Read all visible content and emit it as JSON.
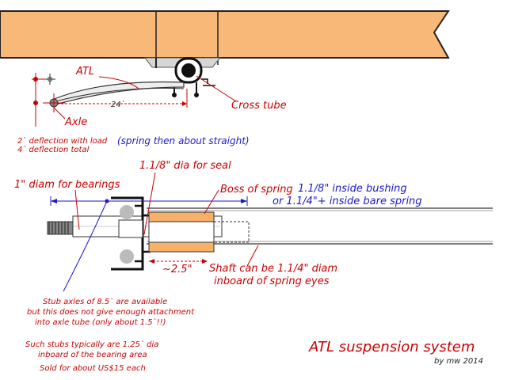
{
  "labels": {
    "atl": "ATL",
    "dim_24": "24`",
    "cross_tube": "Cross tube",
    "axle": "Axle",
    "deflection_load": "2` deflection with load",
    "deflection_total": "4` deflection total",
    "spring_straight": "(spring then about straight)",
    "dia_seal": "1.1/8\" dia for seal",
    "diam_bearings": "1\" diam for bearings",
    "boss_spring": "Boss of spring",
    "inside_bushing": "1.1/8\" inside bushing",
    "inside_bare_spring": "or 1.1/4\"+ inside bare spring",
    "dim_2_5": "~2.5\"",
    "shaft_line1": "Shaft can be 1.1/4\" diam",
    "shaft_line2": "inboard of spring eyes",
    "stub_line1": "Stub axles of 8.5` are available",
    "stub_line2": "but this does not give enough attachment",
    "stub_line3": "into axle tube (only about 1.5`!!)",
    "such_line1": "Such stubs typically are 1.25` dia",
    "such_line2": "inboard of the bearing area",
    "such_line3": "Sold for about US$15 each",
    "title": "ATL suspension system",
    "byline": "by mw 2014"
  },
  "colors": {
    "beam": "#f8b877",
    "spring": "#f5b06a",
    "red": "#cc0000",
    "blue": "#1a1acc"
  }
}
